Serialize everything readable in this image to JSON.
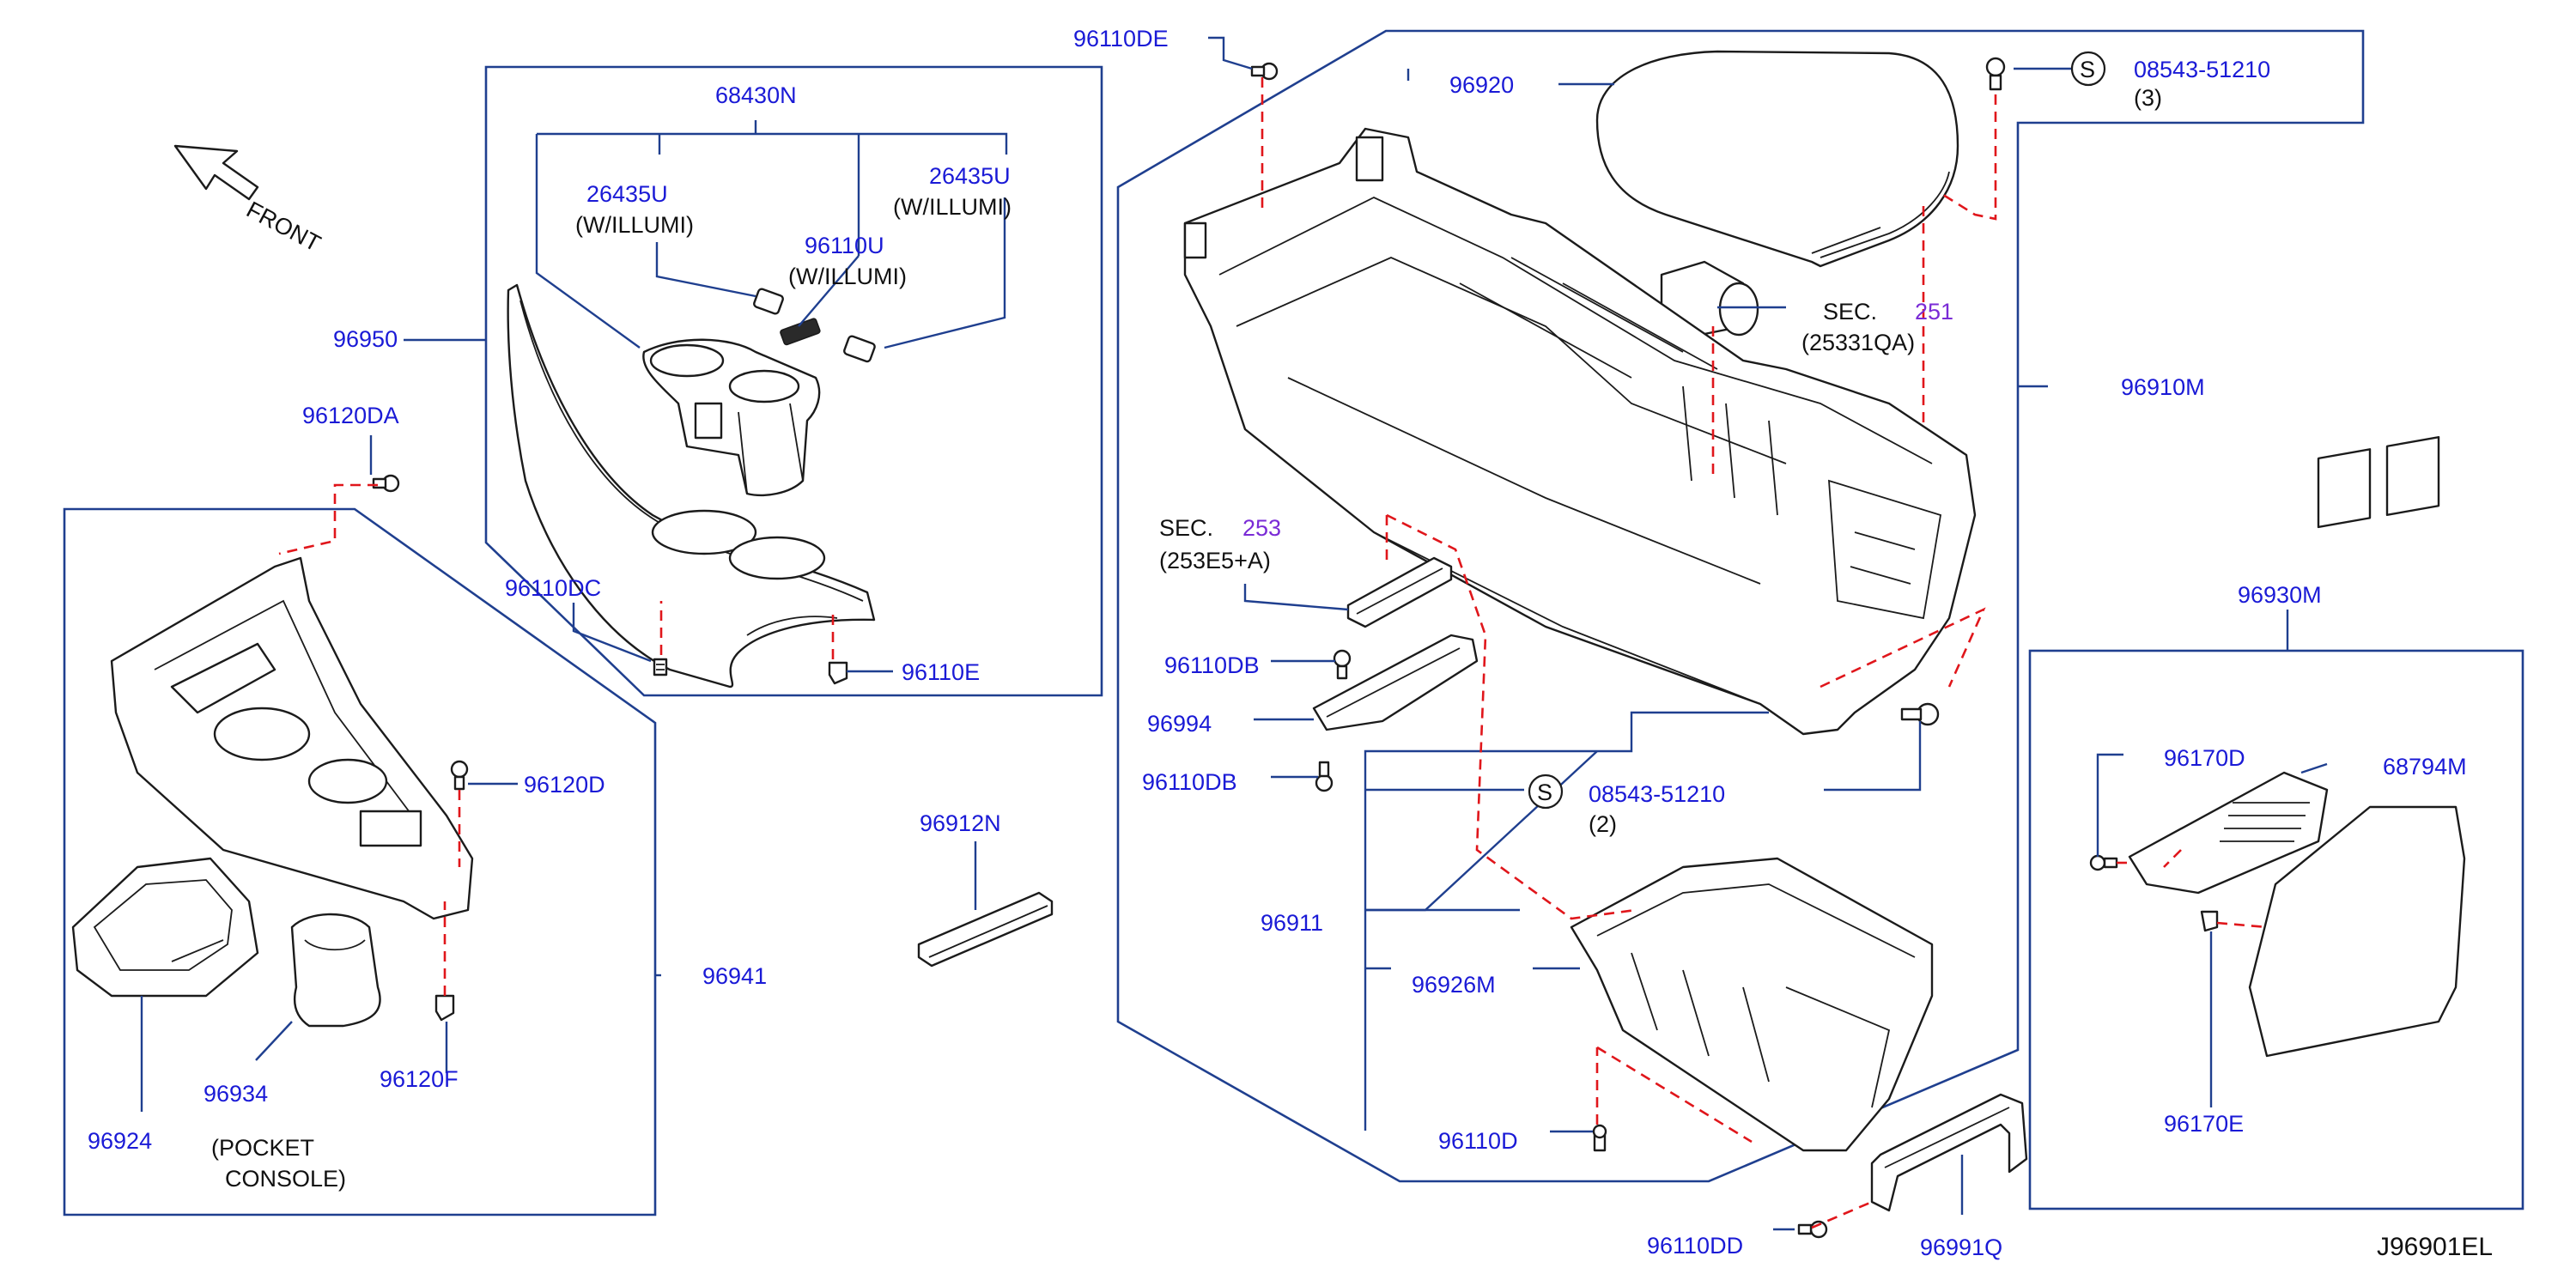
{
  "diagram_id": "J96901EL",
  "front_arrow": {
    "label": "FRONT"
  },
  "callouts": {
    "c68430N": "68430N",
    "c26435U_a": "26435U",
    "c26435U_a_note": "(W/ILLUMI)",
    "c26435U_b": "26435U",
    "c26435U_b_note": "(W/ILLUMI)",
    "c96110U": "96110U",
    "c96110U_note": "(W/ILLUMI)",
    "c96950": "96950",
    "c96120DA": "96120DA",
    "c96110DC": "96110DC",
    "c96110E": "96110E",
    "c96120D": "96120D",
    "c96941": "96941",
    "c96924": "96924",
    "c96934": "96934",
    "c96120F": "96120F",
    "pocket_console_1": "(POCKET",
    "pocket_console_2": "CONSOLE)",
    "c96912N": "96912N",
    "c96110DE": "96110DE",
    "c96920": "96920",
    "s_08543_51210_a": "08543-51210",
    "s_qty_a": "(3)",
    "sec251_label": "SEC.",
    "sec251_num": "251",
    "sec251_ref": "(25331QA)",
    "c96910M": "96910M",
    "sec253_label": "SEC.",
    "sec253_num": "253",
    "sec253_ref": "(253E5+A)",
    "c96110DB_a": "96110DB",
    "c96994": "96994",
    "c96110DB_b": "96110DB",
    "s_08543_51210_b": "08543-51210",
    "s_qty_b": "(2)",
    "c96911": "96911",
    "c96926M": "96926M",
    "c96110D": "96110D",
    "c96110DD": "96110DD",
    "c96991Q": "96991Q",
    "c96930M": "96930M",
    "c96170D": "96170D",
    "c68794M": "68794M",
    "c96170E": "96170E",
    "s_symbol": "S"
  },
  "colors": {
    "callout_text": "#1a1ad6",
    "box_lines": "#1f3f8f",
    "dashed_guides": "#e0161b",
    "section_number": "#7a2bd6"
  }
}
